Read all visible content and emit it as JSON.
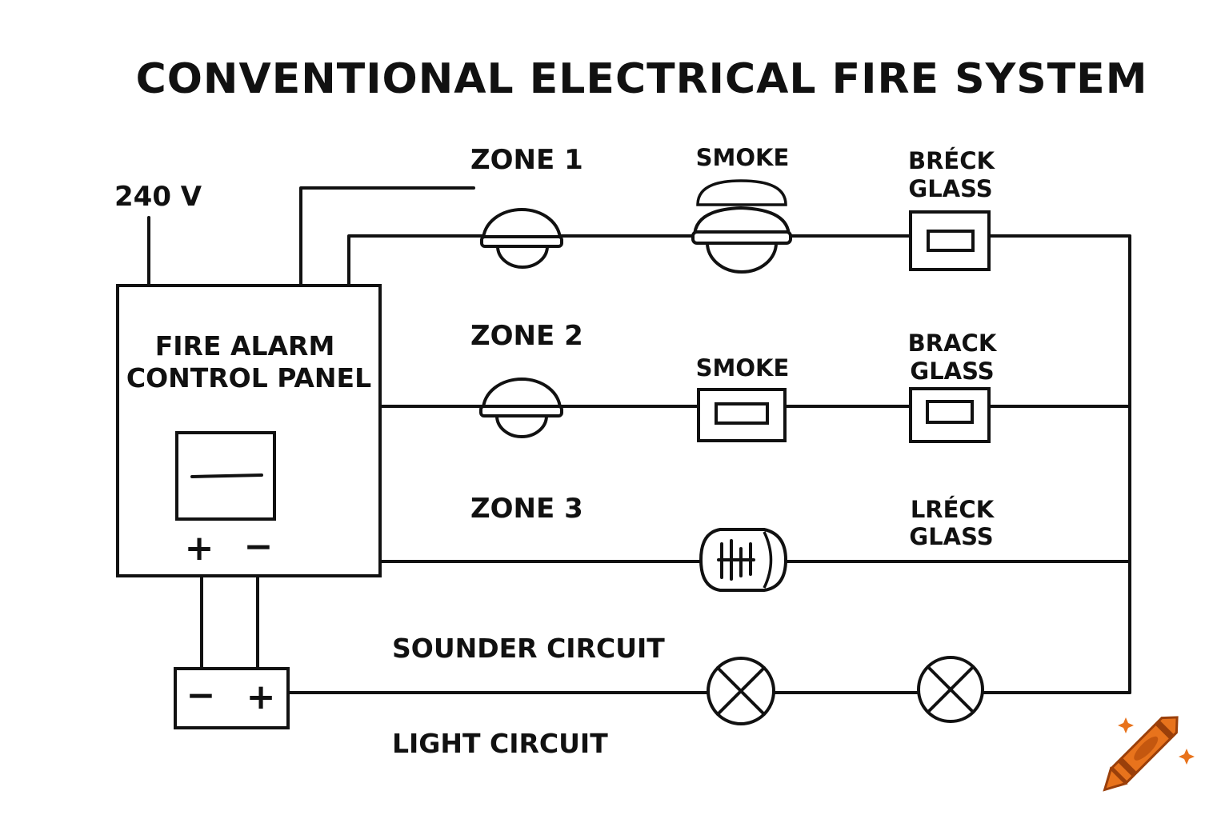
{
  "title": "CONVENTIONAL ELECTRICAL FIRE SYSTEM",
  "supply_label": "240 V",
  "panel": {
    "title_line1": "FIRE ALARM",
    "title_line2": "CONTROL PANEL",
    "terminal_plus": "+",
    "terminal_minus": "−"
  },
  "battery": {
    "minus": "−",
    "plus": "+"
  },
  "zones": [
    {
      "label": "ZONE 1",
      "device2_label": "SMOKE",
      "device3_label_line1": "BRÉCK",
      "device3_label_line2": "GLASS"
    },
    {
      "label": "ZONE 2",
      "device2_label": "SMOKE",
      "device3_label_line1": "BRACK",
      "device3_label_line2": "GLASS"
    },
    {
      "label": "ZONE 3",
      "device3_label_line1": "LRÉCK",
      "device3_label_line2": "GLASS"
    }
  ],
  "sounder_circuit_label": "SOUNDER CIRCUIT",
  "light_circuit_label": "LIGHT CIRCUIT",
  "logo": {
    "name": "crayon-logo-icon",
    "color": "#E8731C"
  }
}
